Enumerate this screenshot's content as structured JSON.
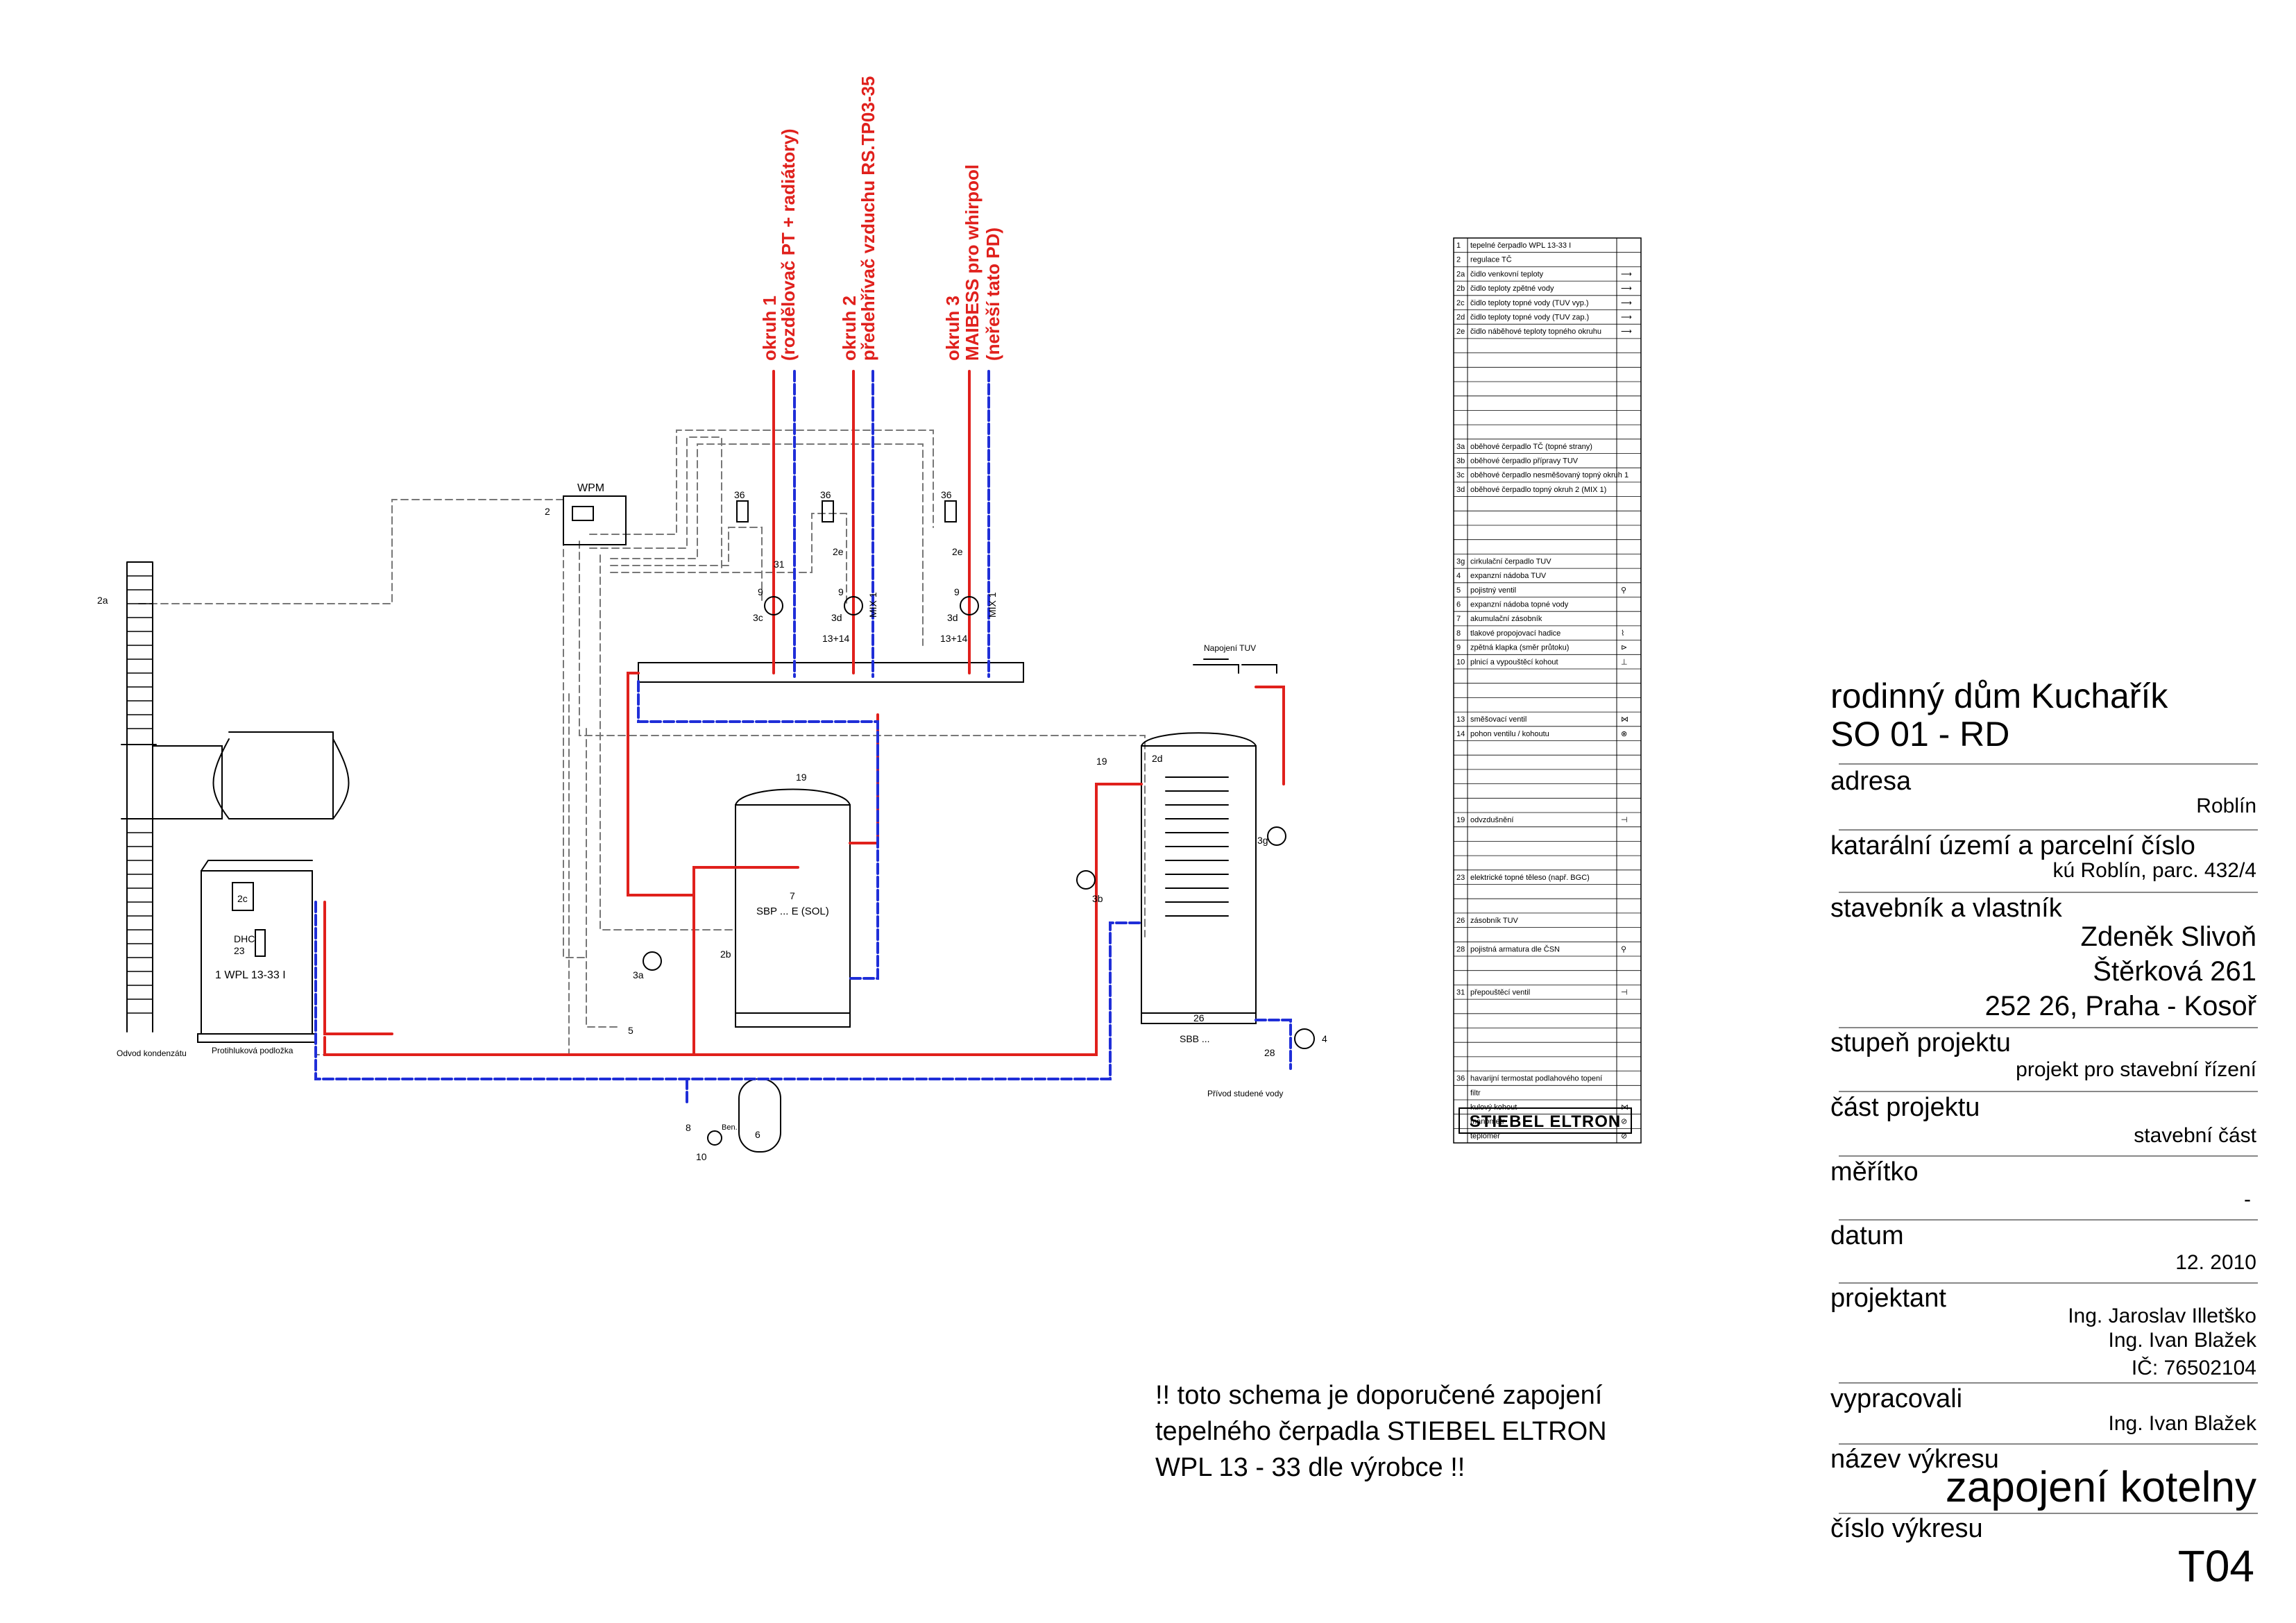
{
  "circuits": [
    {
      "number": "okruh 1",
      "desc": "(rozdělovač PT + radiátory)"
    },
    {
      "number": "okruh 2",
      "desc": "předehřívač vzduchu RS.TP03-35"
    },
    {
      "number": "okruh 3",
      "desc": "MAIBESS pro whirpool",
      "note": "(neřeší tato PD)"
    }
  ],
  "diagram_labels": {
    "wpm": "WPM",
    "ctrl_no": "2",
    "sensor_out": "2a",
    "heat_pump": "1  WPL 13-33 I",
    "dhc": "DHC",
    "dhc_no": "23",
    "condensate": "Odvod kondenzátu",
    "base": "Protihluková podložka",
    "buffer": "SBP ... E (SOL)",
    "buffer_no": "7",
    "dhw": "SBB ...",
    "dhw_coil_no": "26",
    "hot_water": "Napojení TUV",
    "cold_water": "Přívod studené vody",
    "mix1": "MIX 1",
    "n36": "36",
    "n31": "31",
    "n9": "9",
    "n3c": "3c",
    "n3d": "3d",
    "n1314": "13+14",
    "n2e": "2e",
    "n2d": "2d",
    "n2c": "2c",
    "n2b": "2b",
    "n3a": "3a",
    "n3b": "3b",
    "n3g": "3g",
    "n19": "19",
    "n5": "5",
    "n6": "6",
    "n8": "8",
    "n10": "10",
    "n28": "28",
    "n4": "4",
    "nben": "Ben."
  },
  "legend": [
    {
      "no": "1",
      "text": "tepelné čerpadlo WPL 13-33 I",
      "sym": ""
    },
    {
      "no": "2",
      "text": "regulace TČ",
      "sym": ""
    },
    {
      "no": "2a",
      "text": "čidlo venkovní teploty",
      "sym": "⟶"
    },
    {
      "no": "2b",
      "text": "čidlo teploty zpětné vody",
      "sym": "⟶"
    },
    {
      "no": "2c",
      "text": "čidlo teploty topné vody (TUV vyp.)",
      "sym": "⟶"
    },
    {
      "no": "2d",
      "text": "čidlo teploty topné vody (TUV zap.)",
      "sym": "⟶"
    },
    {
      "no": "2e",
      "text": "čidlo náběhové teploty topného okruhu",
      "sym": "⟶"
    },
    {
      "no": "",
      "text": "",
      "sym": ""
    },
    {
      "no": "",
      "text": "",
      "sym": ""
    },
    {
      "no": "",
      "text": "",
      "sym": ""
    },
    {
      "no": "",
      "text": "",
      "sym": ""
    },
    {
      "no": "",
      "text": "",
      "sym": ""
    },
    {
      "no": "",
      "text": "",
      "sym": ""
    },
    {
      "no": "",
      "text": "",
      "sym": ""
    },
    {
      "no": "3a",
      "text": "oběhové čerpadlo TČ (topné strany)",
      "sym": ""
    },
    {
      "no": "3b",
      "text": "oběhové čerpadlo přípravy TUV",
      "sym": ""
    },
    {
      "no": "3c",
      "text": "oběhové čerpadlo nesměšovaný topný okruh 1",
      "sym": ""
    },
    {
      "no": "3d",
      "text": "oběhové čerpadlo topný okruh 2 (MIX 1)",
      "sym": ""
    },
    {
      "no": "",
      "text": "",
      "sym": ""
    },
    {
      "no": "",
      "text": "",
      "sym": ""
    },
    {
      "no": "",
      "text": "",
      "sym": ""
    },
    {
      "no": "",
      "text": "",
      "sym": ""
    },
    {
      "no": "3g",
      "text": "cirkulační čerpadlo TUV",
      "sym": ""
    },
    {
      "no": "4",
      "text": "expanzní nádoba TUV",
      "sym": ""
    },
    {
      "no": "5",
      "text": "pojistný ventil",
      "sym": "⚲"
    },
    {
      "no": "6",
      "text": "expanzní nádoba topné vody",
      "sym": ""
    },
    {
      "no": "7",
      "text": "akumulační zásobník",
      "sym": ""
    },
    {
      "no": "8",
      "text": "tlakové propojovací hadice",
      "sym": "⌇"
    },
    {
      "no": "9",
      "text": "zpětná klapka (směr průtoku)",
      "sym": "⊳"
    },
    {
      "no": "10",
      "text": "plnicí a vypouštěcí kohout",
      "sym": "⊥"
    },
    {
      "no": "",
      "text": "",
      "sym": ""
    },
    {
      "no": "",
      "text": "",
      "sym": ""
    },
    {
      "no": "",
      "text": "",
      "sym": ""
    },
    {
      "no": "13",
      "text": "směšovací ventil",
      "sym": "⋈"
    },
    {
      "no": "14",
      "text": "pohon ventilu / kohoutu",
      "sym": "⊗"
    },
    {
      "no": "",
      "text": "",
      "sym": ""
    },
    {
      "no": "",
      "text": "",
      "sym": ""
    },
    {
      "no": "",
      "text": "",
      "sym": ""
    },
    {
      "no": "",
      "text": "",
      "sym": ""
    },
    {
      "no": "",
      "text": "",
      "sym": ""
    },
    {
      "no": "19",
      "text": "odvzdušnění",
      "sym": "⊣"
    },
    {
      "no": "",
      "text": "",
      "sym": ""
    },
    {
      "no": "",
      "text": "",
      "sym": ""
    },
    {
      "no": "",
      "text": "",
      "sym": ""
    },
    {
      "no": "23",
      "text": "elektrické topné těleso (např. BGC)",
      "sym": ""
    },
    {
      "no": "",
      "text": "",
      "sym": ""
    },
    {
      "no": "",
      "text": "",
      "sym": ""
    },
    {
      "no": "26",
      "text": "zásobník TUV",
      "sym": ""
    },
    {
      "no": "",
      "text": "",
      "sym": ""
    },
    {
      "no": "28",
      "text": "pojistná armatura dle ČSN",
      "sym": "⚲"
    },
    {
      "no": "",
      "text": "",
      "sym": ""
    },
    {
      "no": "",
      "text": "",
      "sym": ""
    },
    {
      "no": "31",
      "text": "přepouštěcí ventil",
      "sym": "⊣"
    },
    {
      "no": "",
      "text": "",
      "sym": ""
    },
    {
      "no": "",
      "text": "",
      "sym": ""
    },
    {
      "no": "",
      "text": "",
      "sym": ""
    },
    {
      "no": "",
      "text": "",
      "sym": ""
    },
    {
      "no": "",
      "text": "",
      "sym": ""
    },
    {
      "no": "36",
      "text": "havarijní termostat podlahového topení",
      "sym": ""
    },
    {
      "no": "",
      "text": "filtr",
      "sym": ""
    },
    {
      "no": "",
      "text": "kulový kohout",
      "sym": "⋈"
    },
    {
      "no": "",
      "text": "manometr",
      "sym": "⊘"
    },
    {
      "no": "",
      "text": "teploměr",
      "sym": "⊘"
    }
  ],
  "brand_logo": "STIEBEL ELTRON",
  "note_lines": [
    "!! toto schema je doporučené zapojení",
    "tepelného čerpadla STIEBEL ELTRON",
    "WPL 13 - 33 dle výrobce !!"
  ],
  "title_block": {
    "project_name": "rodinný dům Kuchařík",
    "project_code": "SO 01 - RD",
    "address_label": "adresa",
    "address_value": "Roblín",
    "cadastre_label": "katarální území a parcelní číslo",
    "cadastre_value": "kú Roblín, parc. 432/4",
    "owner_label": "stavebník a vlastník",
    "owner_name": "Zdeněk Slivoň",
    "owner_street": "Štěrková 261",
    "owner_city": "252 26, Praha - Kosoř",
    "stage_label": "stupeň projektu",
    "stage_value": "projekt pro stavební řízení",
    "part_label": "část projektu",
    "part_value": "stavební část",
    "scale_label": "měřítko",
    "scale_value": "-",
    "date_label": "datum",
    "date_value": "12. 2010",
    "designer_label": "projektant",
    "designer_1": "Ing. Jaroslav Illetško",
    "designer_2": "Ing. Ivan Blažek",
    "designer_ic": "IČ: 76502104",
    "prepared_label": "vypracovali",
    "prepared_value": "Ing. Ivan Blažek",
    "drawing_name_label": "název výkresu",
    "drawing_name_value": "zapojení kotelny",
    "drawing_no_label": "číslo výkresu",
    "drawing_no_value": "T04"
  },
  "colors": {
    "supply": "#e0201c",
    "return": "#1f2ed8",
    "dashed": "#888888"
  }
}
